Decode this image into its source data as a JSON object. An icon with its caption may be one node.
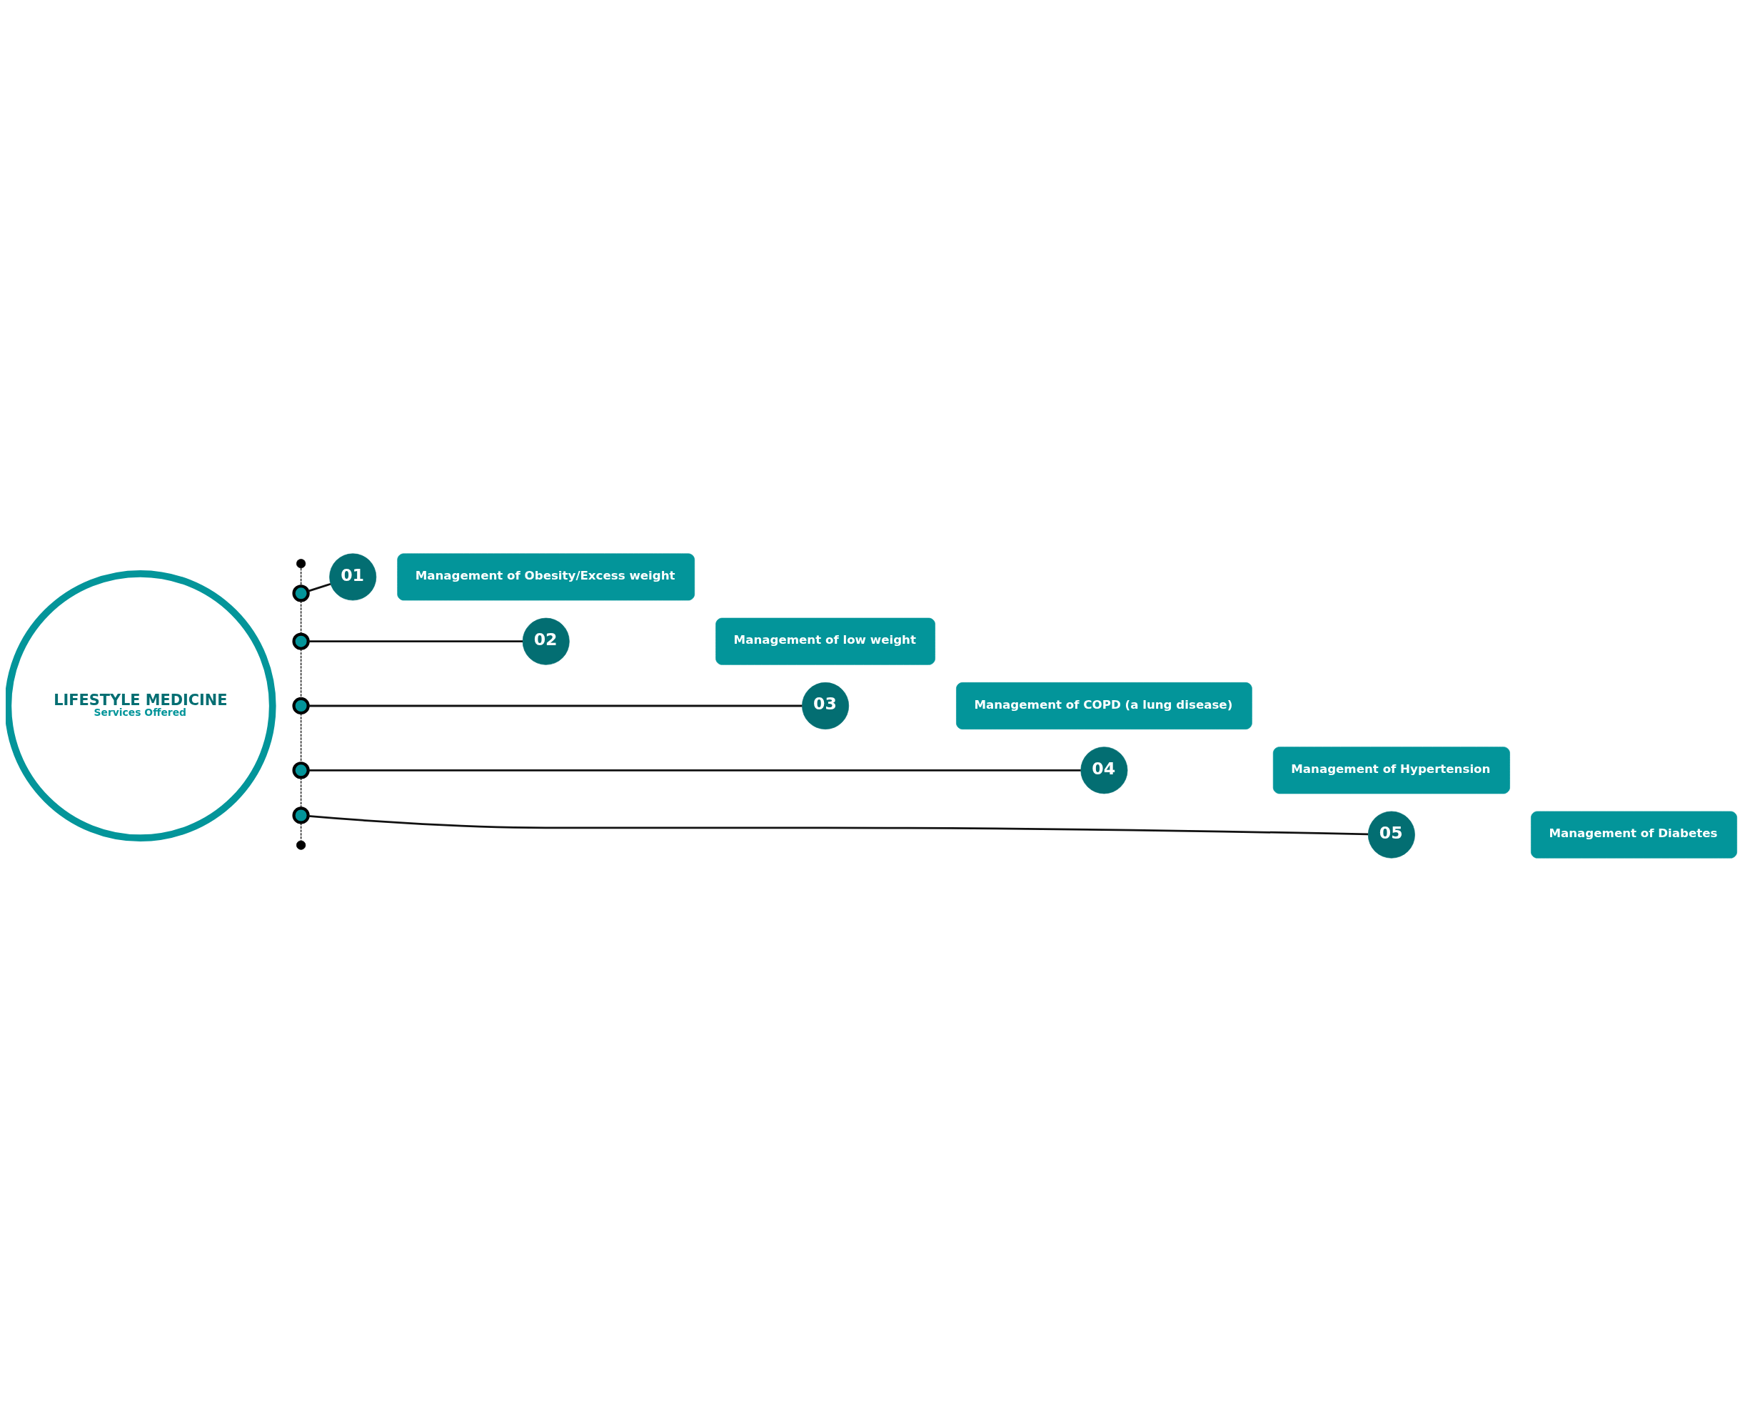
{
  "diagram": {
    "nodes": [
      {
        "text": [
          "LIFESTYLE MEDICINE",
          "Services Offered"
        ]
      },
      {
        "text": [],
        "shape": "circle"
      },
      {
        "text": [],
        "shape": "circle"
      },
      {
        "text": [],
        "shape": "circle"
      },
      {
        "text": [],
        "shape": "circle"
      },
      {
        "text": [],
        "shape": "circle"
      },
      {
        "text": [],
        "shape": "circle"
      },
      {
        "text": [],
        "shape": "circle"
      },
      {
        "text": [
          "01"
        ]
      },
      {
        "text": [
          "02"
        ]
      },
      {
        "text": [
          "03"
        ]
      },
      {
        "text": [
          "04"
        ]
      },
      {
        "text": [
          "05"
        ]
      },
      {
        "text": [
          "Management of Obesity/Excess weight"
        ]
      },
      {
        "text": [
          "Management of low weight"
        ]
      },
      {
        "text": [
          "Management of COPD (a lung disease)"
        ]
      },
      {
        "text": [
          "Management of Hypertension"
        ]
      },
      {
        "text": [
          "Management of Diabetes"
        ]
      }
    ],
    "edges": [
      {
        "from": 1,
        "to": 2,
        "arrow": "none",
        "style": "dashed"
      },
      {
        "from": 2,
        "to": 3,
        "arrow": "none",
        "style": "dashed"
      },
      {
        "from": 3,
        "to": 4,
        "arrow": "none",
        "style": "dashed"
      },
      {
        "from": 4,
        "to": 5,
        "arrow": "none",
        "style": "dashed"
      },
      {
        "from": 5,
        "to": 6,
        "arrow": "none",
        "style": "dashed"
      },
      {
        "from": 6,
        "to": 7,
        "arrow": "none",
        "style": "dashed"
      },
      {
        "from": 2,
        "to": 8,
        "arrow": "none"
      },
      {
        "from": 3,
        "to": 9,
        "arrow": "none"
      },
      {
        "from": 4,
        "to": 10,
        "arrow": "none"
      },
      {
        "from": 5,
        "to": 11,
        "arrow": "none"
      },
      {
        "from": 6,
        "to": 12,
        "arrow": "none"
      }
    ]
  }
}
